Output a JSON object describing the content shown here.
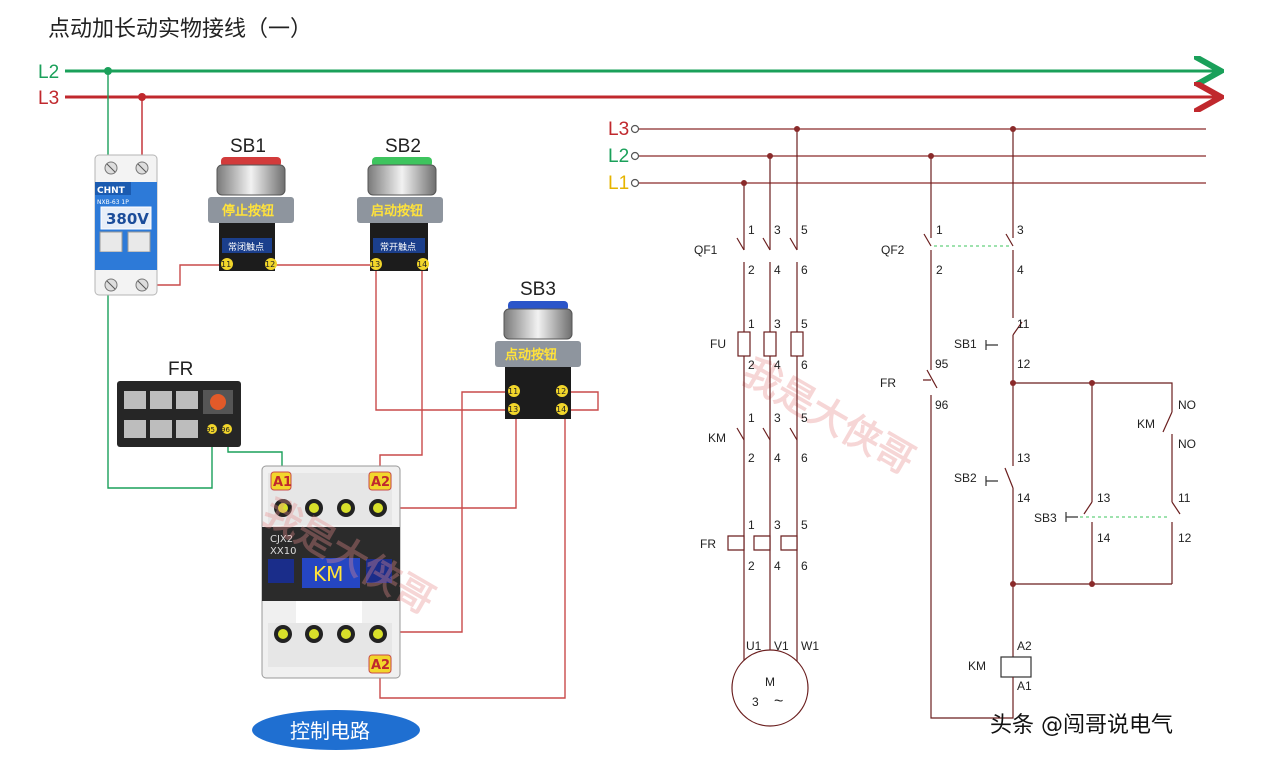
{
  "title": "点动加长动实物接线（一）",
  "supply": {
    "l1": "L1",
    "l2": "L2",
    "l3": "L3"
  },
  "colors": {
    "l1": "#e6b400",
    "l2": "#1aa05a",
    "l3": "#c0282d",
    "wire": "#c94a4a"
  },
  "breaker": {
    "brand": "CHNT",
    "model": "NXB-63 1P",
    "voltage": "380V"
  },
  "buttons": {
    "sb1": {
      "tag": "SB1",
      "label": "停止按钮",
      "contact": "常闭触点",
      "t1": "11",
      "t2": "12"
    },
    "sb2": {
      "tag": "SB2",
      "label": "启动按钮",
      "contact": "常开触点",
      "t1": "13",
      "t2": "14"
    },
    "sb3": {
      "tag": "SB3",
      "label": "点动按钮",
      "t1": "11",
      "t2": "12",
      "t3": "13",
      "t4": "14"
    }
  },
  "relay": {
    "tag": "FR",
    "t95": "95",
    "t96": "96"
  },
  "contactor": {
    "tag": "KM",
    "model1": "CJX2",
    "model2": "XX10",
    "a1": "A1",
    "a2": "A2",
    "a2b": "A2"
  },
  "badge": "控制电路",
  "schematic": {
    "qf1": "QF1",
    "fu": "FU",
    "km": "KM",
    "fr": "FR",
    "qf2": "QF2",
    "sb1": "SB1",
    "sb2": "SB2",
    "sb3": "SB3",
    "coil": "KM",
    "no1": "NO",
    "no2": "NO",
    "motor": "M",
    "motor_phase": "3",
    "motor_sym": "~",
    "u1": "U1",
    "v1": "V1",
    "w1": "W1",
    "n1": "1",
    "n2": "2",
    "n3": "3",
    "n4": "4",
    "n5": "5",
    "n6": "6",
    "n11": "11",
    "n12": "12",
    "n13": "13",
    "n14": "14",
    "n95": "95",
    "n96": "96",
    "coil_a1": "A1",
    "coil_a2": "A2"
  },
  "watermark": "我是大侠哥",
  "credit": "头条 @闯哥说电气"
}
